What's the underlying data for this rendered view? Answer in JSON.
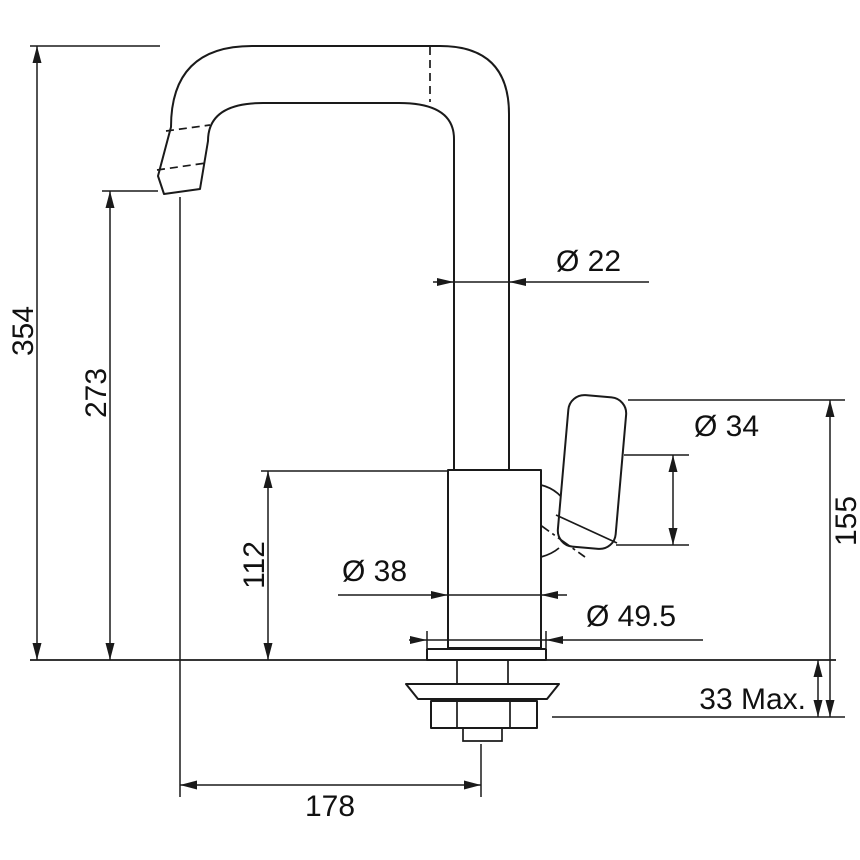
{
  "dimensions": {
    "total_height": "354",
    "spout_outlet_height": "273",
    "deck_to_spout_base": "112",
    "spout_tube_diameter": "Ø 22",
    "handle_diameter": "Ø 34",
    "body_diameter": "Ø 38",
    "base_diameter": "Ø 49.5",
    "handle_height": "155",
    "max_deck_thickness": "33 Max.",
    "spout_reach": "178"
  },
  "colors": {
    "line": "#1a1a1a",
    "background": "#ffffff"
  }
}
